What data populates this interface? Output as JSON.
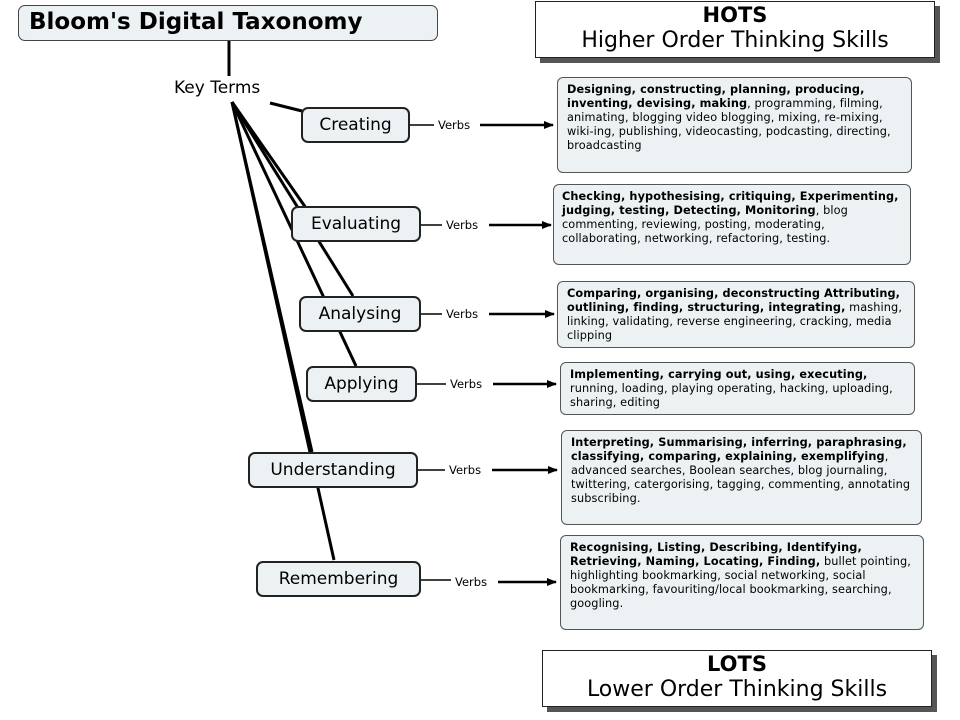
{
  "title": "Bloom's Digital Taxonomy",
  "hots": {
    "abbr": "HOTS",
    "full": "Higher Order Thinking Skills"
  },
  "lots": {
    "abbr": "LOTS",
    "full": "Lower Order Thinking Skills"
  },
  "key_terms": "Key Terms",
  "verbs_label": "Verbs",
  "levels": [
    {
      "name": "Creating",
      "bold": "Designing, constructing, planning, producing, inventing, devising, making",
      "rest": ", programming, filming, animating, blogging video blogging, mixing, re-mixing, wiki-ing, publishing, videocasting, podcasting, directing, broadcasting"
    },
    {
      "name": "Evaluating",
      "bold": "Checking, hypothesising, critiquing, Experimenting, judging, testing, Detecting, Monitoring",
      "rest": ", blog commenting, reviewing, posting, moderating, collaborating, networking, refactoring, testing."
    },
    {
      "name": "Analysing",
      "bold": "Comparing, organising, deconstructing Attributing, outlining, finding, structuring, integrating,",
      "rest": " mashing, linking, validating, reverse engineering, cracking, media clipping"
    },
    {
      "name": "Applying",
      "bold": "Implementing, carrying out, using, executing,",
      "rest": " running, loading, playing operating, hacking, uploading, sharing, editing"
    },
    {
      "name": "Understanding",
      "bold": "Interpreting, Summarising, inferring, paraphrasing, classifying, comparing, explaining, exemplifying",
      "rest": ", advanced searches, Boolean searches, blog journaling, twittering, catergorising, tagging, commenting, annotating subscribing."
    },
    {
      "name": "Remembering",
      "bold": "Recognising, Listing, Describing, Identifying, Retrieving, Naming, Locating, Finding,",
      "rest": " bullet pointing, highlighting bookmarking, social networking, social bookmarking, favouriting/local bookmarking, searching, googling."
    }
  ]
}
